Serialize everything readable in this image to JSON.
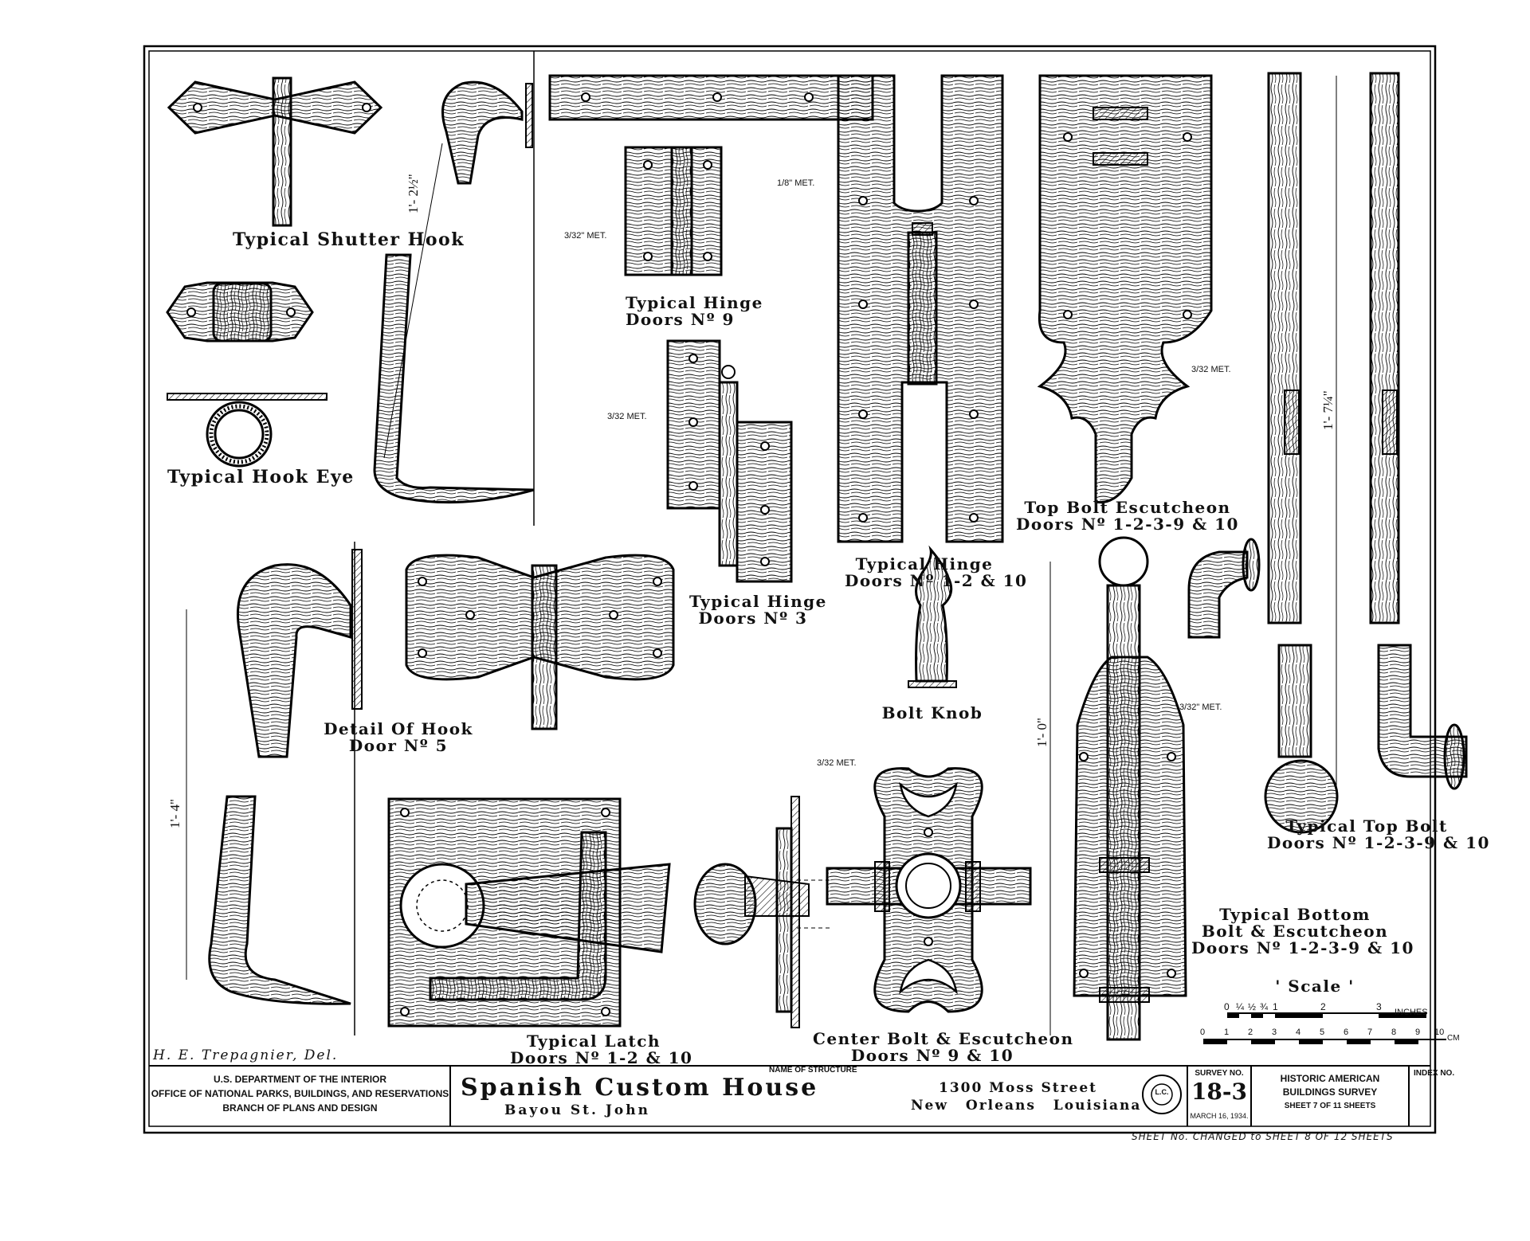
{
  "labels": {
    "shutter_hook": "Typical Shutter Hook",
    "hook_eye": "Typical Hook Eye",
    "hinge9_title": "Typical Hinge",
    "hinge9_doors": "Doors Nº 9",
    "hinge3_title": "Typical Hinge",
    "hinge3_doors": "Doors Nº 3",
    "hinge110_title": "Typical Hinge",
    "hinge110_doors": "Doors Nº 1-2 & 10",
    "top_esc_title": "Top Bolt Escutcheon",
    "top_esc_doors": "Doors Nº 1-2-3-9 & 10",
    "detail_hook_title": "Detail Of Hook",
    "detail_hook_doors": "Door Nº 5",
    "bolt_knob": "Bolt Knob",
    "top_bolt_title": "Typical Top Bolt",
    "top_bolt_doors": "Doors Nº 1-2-3-9 & 10",
    "bottom_bolt_title1": "Typical Bottom",
    "bottom_bolt_title2": "Bolt & Escutcheon",
    "bottom_bolt_doors": "Doors Nº 1-2-3-9 & 10",
    "latch_title": "Typical Latch",
    "latch_doors": "Doors Nº 1-2 & 10",
    "center_bolt_title": "Center Bolt & Escutcheon",
    "center_bolt_doors": "Doors Nº 9 & 10",
    "scale": "' Scale '",
    "scale_inches": "INCHES",
    "scale_cm": "CM",
    "scale_in_ticks": [
      "0",
      "¼",
      "½",
      "¾",
      "1",
      "2",
      "3"
    ],
    "scale_cm_ticks": [
      "0",
      "1",
      "2",
      "3",
      "4",
      "5",
      "6",
      "7",
      "8",
      "9",
      "10"
    ],
    "draftsman": "H. E. Trepagnier, Del."
  },
  "notes": {
    "met_hinge9": "3/32\" MET.",
    "met_hinge3": "3/32 MET.",
    "met_hinge110": "1/8\" MET.",
    "met_topesc": "3/32 MET.",
    "met_bottom": "3/32\" MET.",
    "met_center": "3/32 MET."
  },
  "dimensions": {
    "shutter_hook": "1'- 2½\"",
    "detail_hook": "1'- 4\"",
    "bottom_bolt": "1'- 0\"",
    "top_bolt": "1'- 7¼\""
  },
  "title_block": {
    "dept_line1": "U.S. DEPARTMENT OF THE INTERIOR",
    "dept_line2": "OFFICE OF NATIONAL PARKS, BUILDINGS, AND RESERVATIONS",
    "dept_line3": "BRANCH OF PLANS AND DESIGN",
    "name_caption": "NAME OF STRUCTURE",
    "structure_name": "Spanish Custom House",
    "structure_sub": "Bayou St. John",
    "address_line1": "1300 Moss Street",
    "address_line2": "New Orleans Louisiana",
    "seal_text": "L.C.",
    "survey_caption": "SURVEY NO.",
    "survey_no": "18-3",
    "survey_date": "MARCH 16, 1934.",
    "habs_line1": "HISTORIC AMERICAN",
    "habs_line2": "BUILDINGS SURVEY",
    "sheet_line": "SHEET 7 OF 11 SHEETS",
    "index_caption": "INDEX NO."
  },
  "handwritten_note": "SHEET No. CHANGED to SHEET 8 OF 12 SHEETS"
}
